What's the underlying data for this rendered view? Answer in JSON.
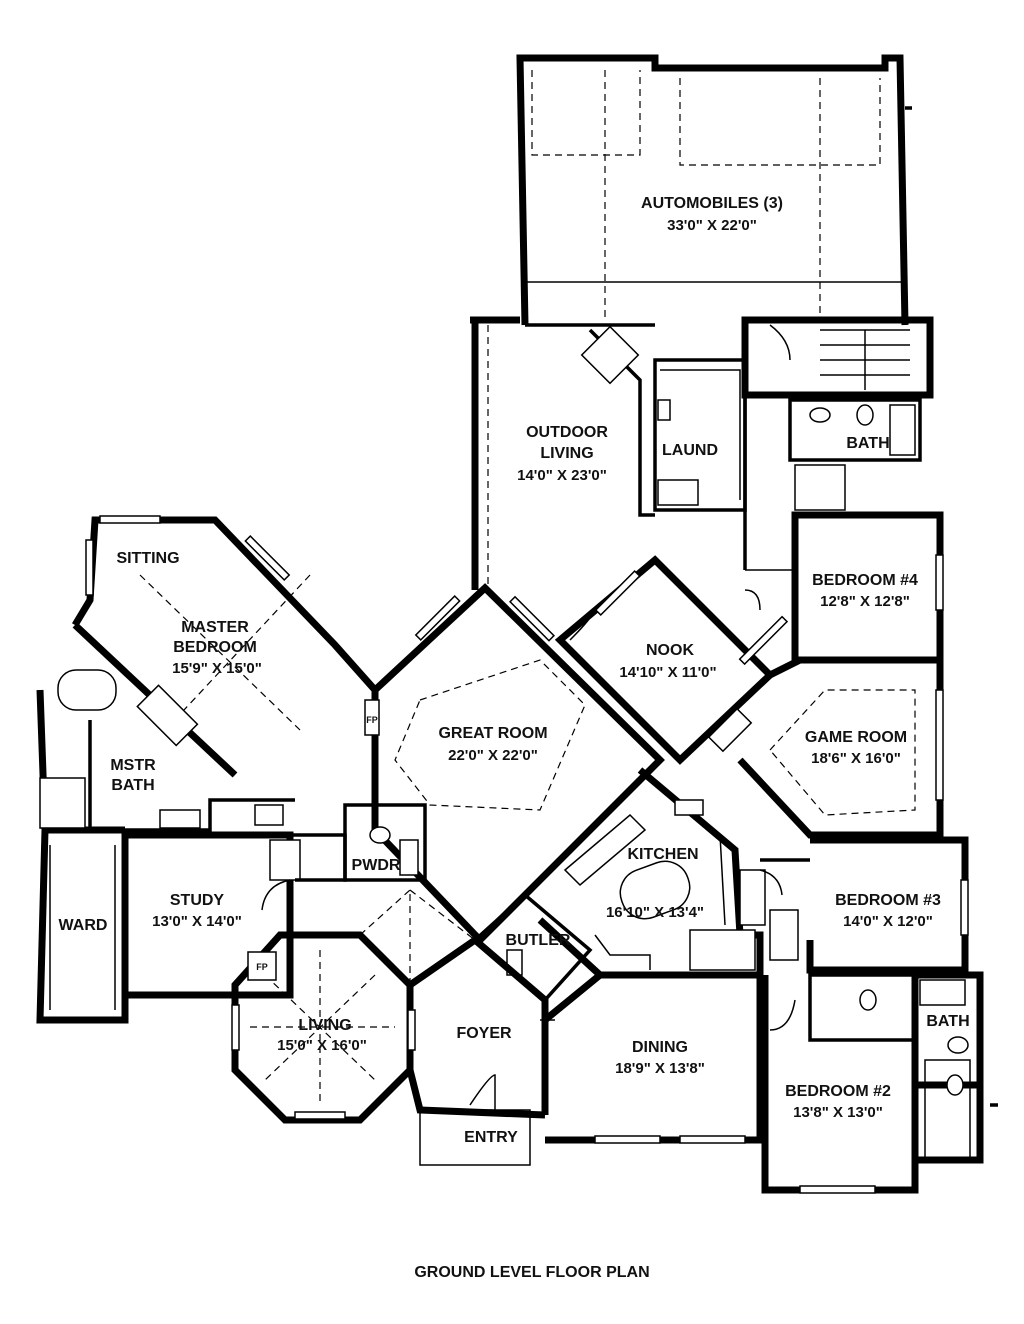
{
  "plan_title": "GROUND LEVEL FLOOR PLAN",
  "rooms": {
    "automobiles": {
      "name": "AUTOMOBILES (3)",
      "dims": "33'0\" X 22'0\""
    },
    "outdoor_living": {
      "name_line1": "OUTDOOR",
      "name_line2": "LIVING",
      "dims": "14'0\" X 23'0\""
    },
    "laund": {
      "name": "LAUND"
    },
    "bath_upper": {
      "name": "BATH"
    },
    "bedroom4": {
      "name": "BEDROOM #4",
      "dims": "12'8\" X 12'8\""
    },
    "sitting": {
      "name": "SITTING"
    },
    "master_bedroom": {
      "name_line1": "MASTER",
      "name_line2": "BEDROOM",
      "dims": "15'9\" X 15'0\""
    },
    "nook": {
      "name": "NOOK",
      "dims": "14'10\" X 11'0\""
    },
    "great_room": {
      "name": "GREAT ROOM",
      "dims": "22'0\" X 22'0\""
    },
    "game_room": {
      "name": "GAME ROOM",
      "dims": "18'6\" X 16'0\""
    },
    "mstr_bath": {
      "name_line1": "MSTR",
      "name_line2": "BATH"
    },
    "kitchen": {
      "name": "KITCHEN",
      "dims": "16'10\" X 13'4\""
    },
    "pwdr": {
      "name": "PWDR"
    },
    "study": {
      "name": "STUDY",
      "dims": "13'0\" X 14'0\""
    },
    "ward": {
      "name": "WARD"
    },
    "bedroom3": {
      "name": "BEDROOM #3",
      "dims": "14'0\" X 12'0\""
    },
    "butler": {
      "name": "BUTLER"
    },
    "living": {
      "name": "LIVING",
      "dims": "15'0\" X 16'0\""
    },
    "foyer": {
      "name": "FOYER"
    },
    "dining": {
      "name": "DINING",
      "dims": "18'9\" X 13'8\""
    },
    "bath_lower": {
      "name": "BATH"
    },
    "bedroom2": {
      "name": "BEDROOM #2",
      "dims": "13'8\" X 13'0\""
    },
    "entry": {
      "name": "ENTRY"
    }
  },
  "fireplace_tag": "FP"
}
